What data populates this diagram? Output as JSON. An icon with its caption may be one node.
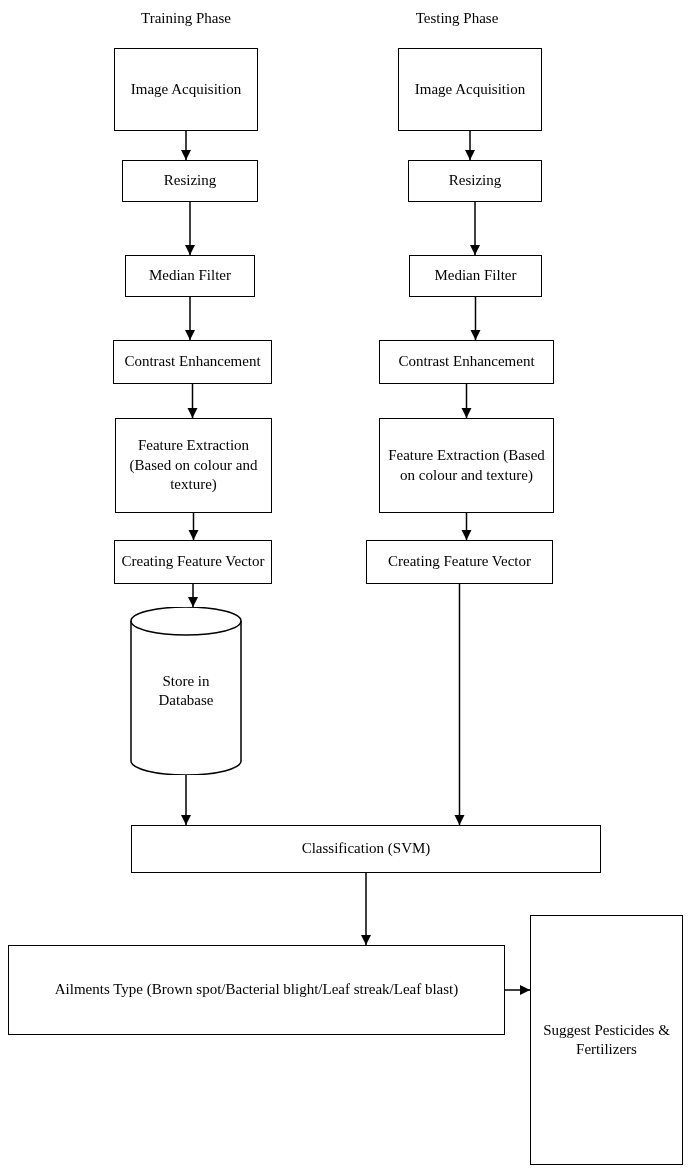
{
  "diagram": {
    "nodes": [
      {
        "text": [
          "Image Acquisition"
        ]
      },
      {
        "text": [
          "Resizing"
        ]
      },
      {
        "text": [
          "Median Filter"
        ]
      },
      {
        "text": [
          "Contrast Enhancement"
        ]
      },
      {
        "text": [
          "Feature Extraction (Based on colour and texture)"
        ]
      },
      {
        "text": [
          "Creating Feature Vector"
        ]
      },
      {
        "text": [
          "Store in Database"
        ]
      },
      {
        "text": [
          "Image Acquisition"
        ]
      },
      {
        "text": [
          "Resizing"
        ]
      },
      {
        "text": [
          "Median Filter"
        ]
      },
      {
        "text": [
          "Contrast Enhancement"
        ]
      },
      {
        "text": [
          "Feature Extraction (Based on colour and texture)"
        ]
      },
      {
        "text": [
          "Creating Feature Vector"
        ]
      },
      {
        "text": [
          "Classification (SVM)"
        ]
      },
      {
        "text": [
          "Ailments Type (Brown spot/Bacterial blight/Leaf streak/Leaf blast)"
        ]
      },
      {
        "text": [
          "Suggest Pesticides & Fertilizers"
        ]
      }
    ],
    "edges": [
      {
        "from": 0,
        "to": 1,
        "arrow": "to"
      },
      {
        "from": 1,
        "to": 2,
        "arrow": "to"
      },
      {
        "from": 2,
        "to": 3,
        "arrow": "to"
      },
      {
        "from": 3,
        "to": 4,
        "arrow": "to"
      },
      {
        "from": 4,
        "to": 5,
        "arrow": "to"
      },
      {
        "from": 5,
        "to": 6,
        "arrow": "to"
      },
      {
        "from": 6,
        "to": 13,
        "arrow": "to"
      },
      {
        "from": 7,
        "to": 8,
        "arrow": "to"
      },
      {
        "from": 8,
        "to": 9,
        "arrow": "to"
      },
      {
        "from": 9,
        "to": 10,
        "arrow": "to"
      },
      {
        "from": 10,
        "to": 11,
        "arrow": "to"
      },
      {
        "from": 11,
        "to": 12,
        "arrow": "to"
      },
      {
        "from": 12,
        "to": 13,
        "arrow": "to"
      },
      {
        "from": 13,
        "to": 14,
        "arrow": "to"
      },
      {
        "from": 14,
        "to": 15,
        "arrow": "to"
      }
    ],
    "labels": [
      "Training Phase",
      "Testing Phase"
    ]
  }
}
